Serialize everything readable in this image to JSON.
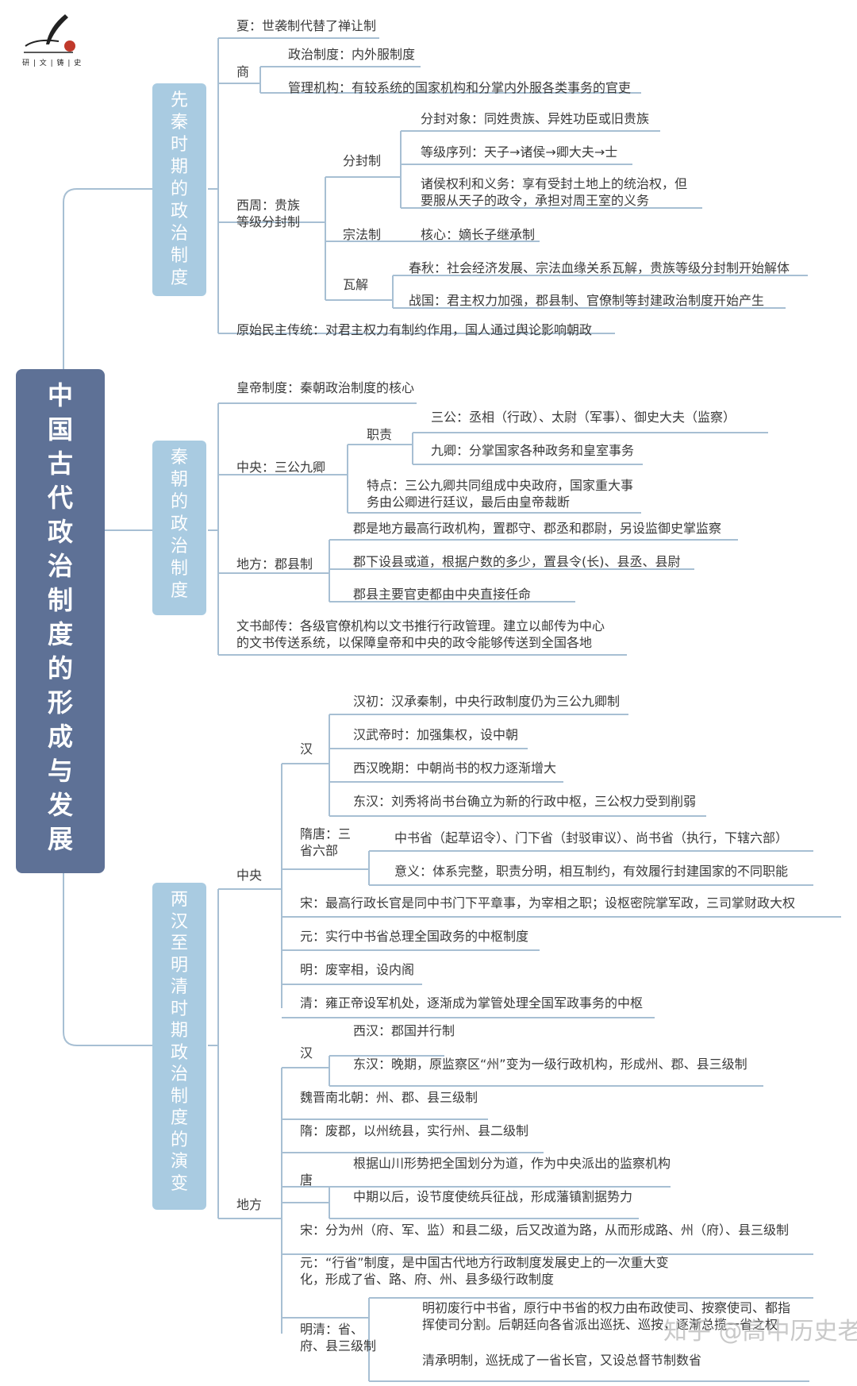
{
  "logo": {
    "text": "研 | 文 | 铸 | 史"
  },
  "watermark": "知乎 @高中历史老师",
  "root": {
    "title": "中国古代政治制度的形成与发展"
  },
  "branches": [
    {
      "title": "先秦时期的政治制度"
    },
    {
      "title": "秦朝的政治制度"
    },
    {
      "title": "两汉至明清时期政治制度的演变"
    }
  ],
  "nodes": {
    "xia": "夏：世袭制代替了禅让制",
    "shang": "商",
    "shang_1": "政治制度：内外服制度",
    "shang_2": "管理机构：有较系统的国家机构和分掌内外服各类事务的官吏",
    "xizhou_l1": "西周：贵族",
    "xizhou_l2": "等级分封制",
    "fenfeng": "分封制",
    "fenfeng_1": "分封对象：同姓贵族、异姓功臣或旧贵族",
    "fenfeng_2": "等级序列：天子→诸侯→卿大夫→士",
    "fenfeng_3a": "诸侯权利和义务：享有受封土地上的统治权，但",
    "fenfeng_3b": "要服从天子的政令，承担对周王室的义务",
    "zongfa": "宗法制",
    "zongfa_1": "核心：嫡长子继承制",
    "wajie": "瓦解",
    "wajie_1": "春秋：社会经济发展、宗法血缘关系瓦解，贵族等级分封制开始解体",
    "wajie_2": "战国：君主权力加强，郡县制、官僚制等封建政治制度开始产生",
    "yuanshi": "原始民主传统：对君主权力有制约作用，国人通过舆论影响朝政",
    "huangdi": "皇帝制度：秦朝政治制度的核心",
    "qin_zhongyang": "中央：三公九卿",
    "zhize": "职责",
    "sangong": "三公：丞相（行政）、太尉（军事）、御史大夫（监察）",
    "jiuqing": "九卿：分掌国家各种政务和皇室事务",
    "tedian_a": "特点：三公九卿共同组成中央政府，国家重大事",
    "tedian_b": "务由公卿进行廷议，最后由皇帝裁断",
    "qin_difang": "地方：郡县制",
    "jun_1": "郡是地方最高行政机构，置郡守、郡丞和郡尉，另设监御史掌监察",
    "jun_2": "郡下设县或道，根据户数的多少，置县令(长)、县丞、县尉",
    "jun_3": "郡县主要官吏都由中央直接任命",
    "wenshu_a": "文书邮传：各级官僚机构以文书推行行政管理。建立以邮传为中心",
    "wenshu_b": "的文书传送系统，以保障皇帝和中央的政令能够传送到全国各地",
    "zhongyang": "中央",
    "han_c": "汉",
    "hanchu": "汉初：汉承秦制，中央行政制度仍为三公九卿制",
    "hanwu": "汉武帝时：加强集权，设中朝",
    "xihan_wan": "西汉晚期：中朝尚书的权力逐渐增大",
    "donghan_c": "东汉：刘秀将尚书台确立为新的行政中枢，三公权力受到削弱",
    "suitang_a": "隋唐：三",
    "suitang_b": "省六部",
    "sansheng": "中书省（起草诏令）、门下省（封驳审议）、尚书省（执行，下辖六部）",
    "yiyi": "意义：体系完整，职责分明，相互制约，有效履行封建国家的不同职能",
    "song_c": "宋：最高行政长官是同中书门下平章事，为宰相之职；设枢密院掌军政，三司掌财政大权",
    "yuan_c": "元：实行中书省总理全国政务的中枢制度",
    "ming_c": "明：废宰相，设内阁",
    "qing_c": "清：雍正帝设军机处，逐渐成为掌管处理全国军政事务的中枢",
    "difang": "地方",
    "han_d": "汉",
    "xihan_d": "西汉：郡国并行制",
    "donghan_d": "东汉：晚期，原监察区“州”变为一级行政机构，形成州、郡、县三级制",
    "weijin": "魏晋南北朝：州、郡、县三级制",
    "sui_d": "隋：废郡，以州统县，实行州、县二级制",
    "tang_d": "唐",
    "tang_1": "根据山川形势把全国划分为道，作为中央派出的监察机构",
    "tang_2": "中期以后，设节度使统兵征战，形成藩镇割据势力",
    "song_d": "宋：分为州（府、军、监）和县二级，后又改道为路，从而形成路、州（府）、县三级制",
    "yuan_a": "元：“行省”制度，是中国古代地方行政制度发展史上的一次重大变",
    "yuan_b": "化，形成了省、路、府、州、县多级行政制度",
    "mingqing_a": "明清：省、",
    "mingqing_b": "府、县三级制",
    "mq_1a": "明初废行中书省，原行中书省的权力由布政使司、按察使司、都指",
    "mq_1b": "挥使司分割。后朝廷向各省派出巡抚、巡按，逐渐总揽一省之权",
    "mq_2": "清承明制，巡抚成了一省长官，又设总督节制数省"
  },
  "colors": {
    "root": "#5e7196",
    "branch": "#a9cbe1",
    "line": "#a7bfd3",
    "text": "#3a3a3a"
  }
}
